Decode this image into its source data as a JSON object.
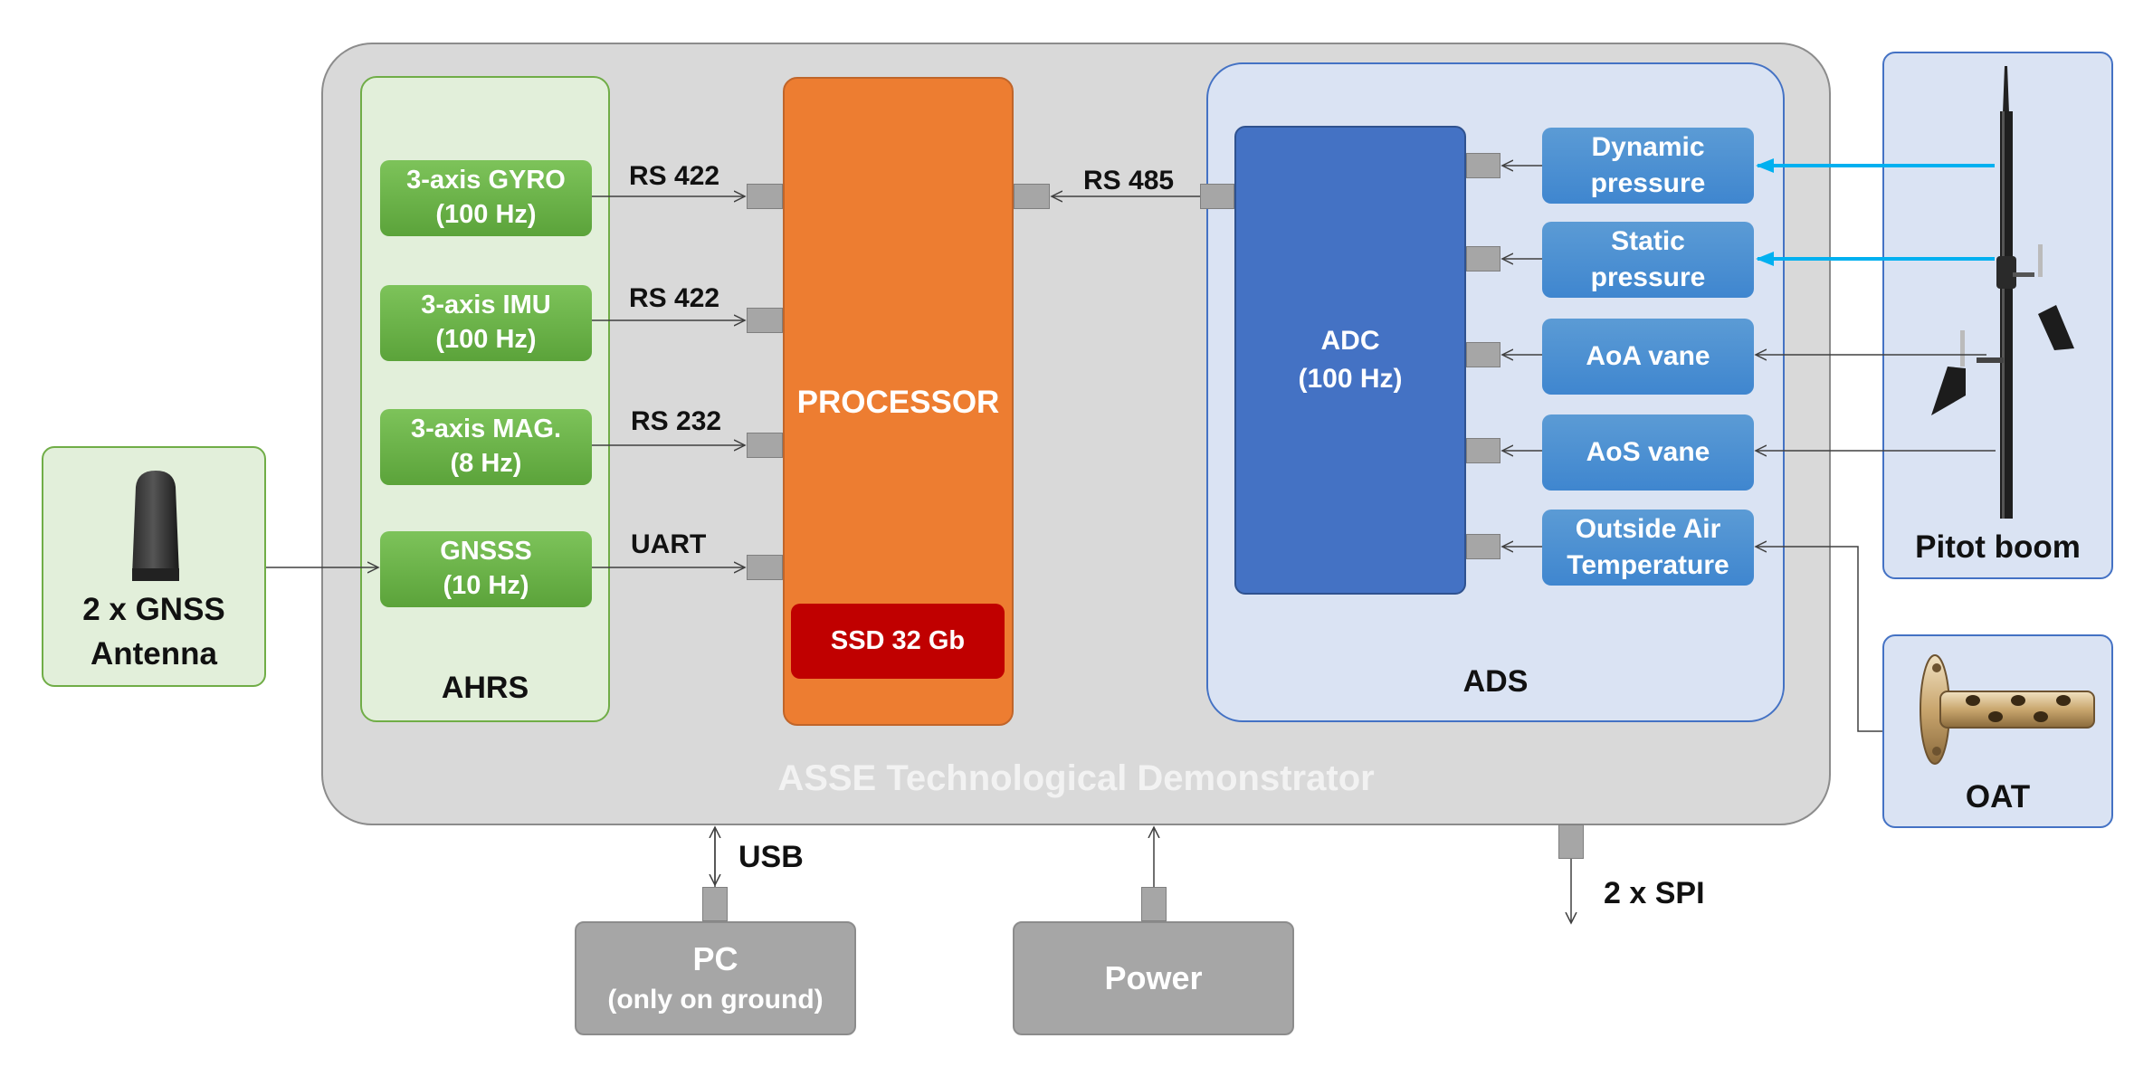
{
  "diagram": {
    "main_title": "ASSE Technological Demonstrator",
    "ahrs": {
      "label": "AHRS",
      "sensors": [
        {
          "line1": "3-axis GYRO",
          "line2": "(100 Hz)"
        },
        {
          "line1": "3-axis IMU",
          "line2": "(100 Hz)"
        },
        {
          "line1": "3-axis MAG.",
          "line2": "(8 Hz)"
        },
        {
          "line1": "GNSSS",
          "line2": "(10 Hz)"
        }
      ]
    },
    "links": [
      "RS 422",
      "RS 422",
      "RS 232",
      "UART"
    ],
    "processor": {
      "label": "PROCESSOR",
      "ssd": "SSD 32 Gb"
    },
    "adc_link": "RS 485",
    "ads": {
      "label": "ADS",
      "adc": {
        "line1": "ADC",
        "line2": "(100 Hz)"
      },
      "inputs": [
        {
          "line1": "Dynamic",
          "line2": "pressure"
        },
        {
          "line1": "Static",
          "line2": "pressure"
        },
        {
          "line1": "AoA vane",
          "line2": ""
        },
        {
          "line1": "AoS vane",
          "line2": ""
        },
        {
          "line1": "Outside Air",
          "line2": "Temperature"
        }
      ]
    },
    "gnss_antenna": {
      "line1": "2 x GNSS",
      "line2": "Antenna"
    },
    "pitot_boom": "Pitot boom",
    "oat": "OAT",
    "pc": {
      "line1": "PC",
      "line2": "(only on ground)"
    },
    "power": "Power",
    "usb": "USB",
    "spi": "2 x SPI",
    "colors": {
      "pressure_arrow": "#00b0f0"
    }
  }
}
